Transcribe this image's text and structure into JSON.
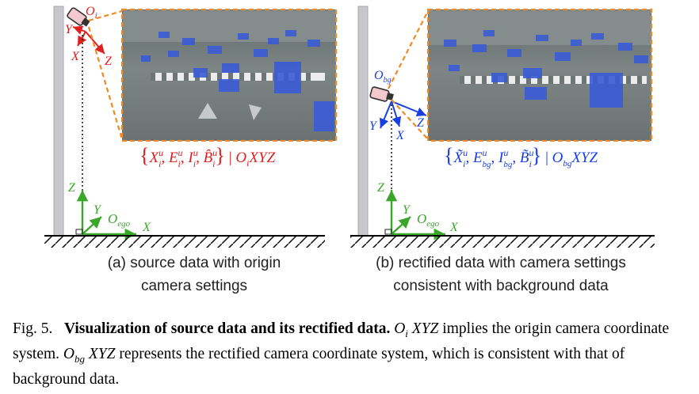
{
  "figure": {
    "panel_a": {
      "label_origin": "O_i",
      "axes_camera": {
        "x": "X",
        "y": "Y",
        "z": "Z"
      },
      "formula": "{X_i^u, E_i^u, I_i^u, B̂_i^u} | O_i XYZ",
      "ego": {
        "origin": "O_ego",
        "x": "X",
        "y": "Y",
        "z": "Z"
      },
      "subcaption_line1": "(a) source data with origin",
      "subcaption_line2": "camera settings"
    },
    "panel_b": {
      "label_origin": "O_bg",
      "axes_camera": {
        "x": "X",
        "y": "Y",
        "z": "Z"
      },
      "formula": "{X̃_i^u, E_bg^u, I_bg^u, B̃_i^u} | O_bg XYZ",
      "ego": {
        "origin": "O_ego",
        "x": "X",
        "y": "Y",
        "z": "Z"
      },
      "subcaption_line1": "(b) rectified data with camera settings",
      "subcaption_line2": "consistent with background data"
    }
  },
  "caption": {
    "prefix": "Fig. 5.",
    "title": "Visualization of source data and its rectified data.",
    "s1_math_main": "O",
    "s1_math_sub": "i",
    "s1_math_rest": " XYZ",
    "s1_text": " implies the origin camera coordinate system.",
    "s2_math_main": "O",
    "s2_math_sub": "bg",
    "s2_math_rest": " XYZ",
    "s2_text": " represents the rectified camera coordinate system, which is consistent with that of background data."
  },
  "colors": {
    "red_axes": "#e02020",
    "blue_axes": "#1a3fe0",
    "green_axes": "#3aa72a",
    "orange_dash": "#f08a24",
    "pole": "#c8c8cc"
  }
}
